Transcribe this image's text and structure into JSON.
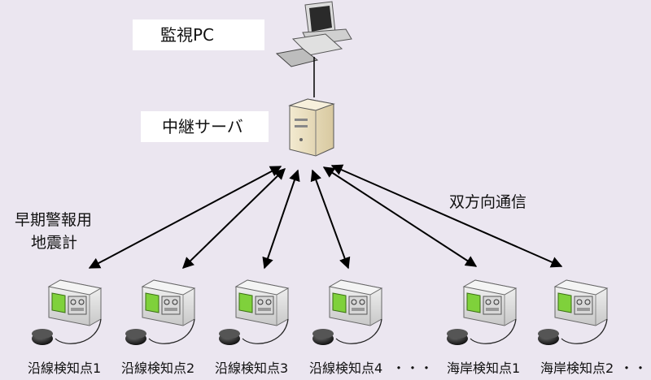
{
  "labels": {
    "monitor_pc": "監視PC",
    "relay_server": "中継サーバ",
    "bidirectional": "双方向通信",
    "equipment_line1": "早期警報用",
    "equipment_line2": "地震計"
  },
  "nodes": [
    {
      "label": "沿線検知点1"
    },
    {
      "label": "沿線検知点2"
    },
    {
      "label": "沿線検知点3"
    },
    {
      "label": "沿線検知点4"
    },
    {
      "label": "海岸検知点1"
    },
    {
      "label": "海岸検知点2"
    }
  ],
  "ellipsis": [
    "・・・",
    "・・・"
  ],
  "colors": {
    "background": "#ebe6f0",
    "arrow": "#000000",
    "device_body": "#e8e8e8",
    "device_screen": "#7fd13b",
    "server_body": "#efe6cc",
    "sensor": "#333333"
  }
}
